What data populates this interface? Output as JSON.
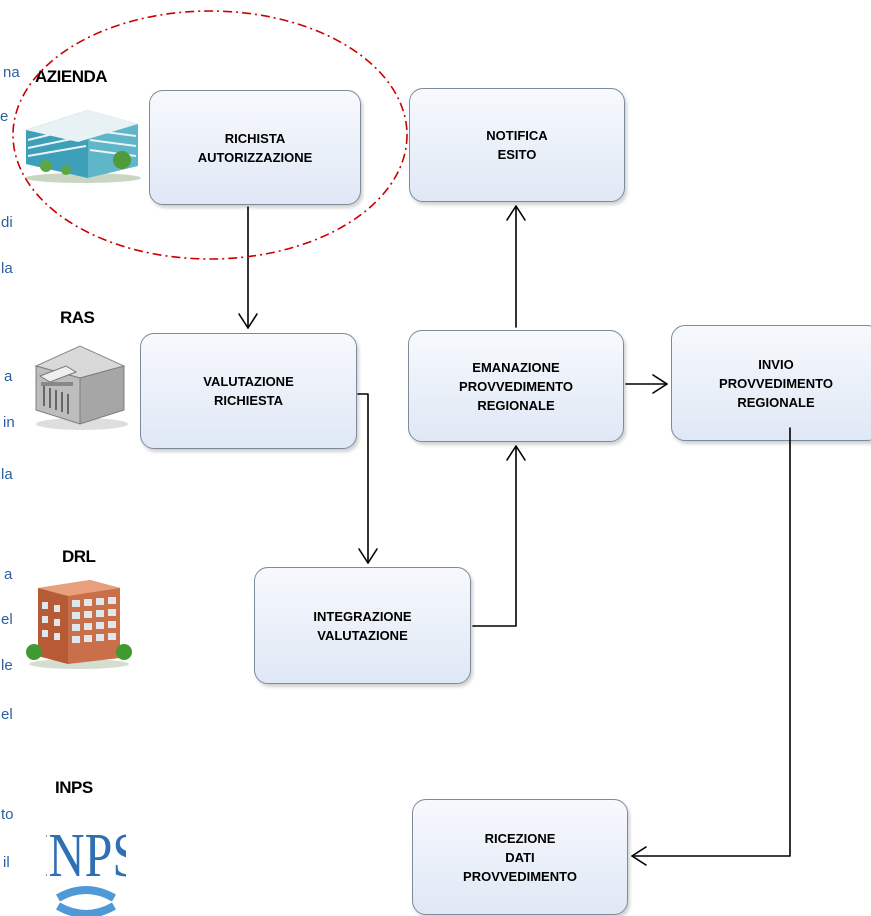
{
  "left_text_fragments": [
    "na",
    "e",
    "di",
    "la",
    "a",
    "in",
    "la",
    "a",
    "el",
    "le",
    "el",
    "to",
    "il"
  ],
  "actors": {
    "azienda": "AZIENDA",
    "ras": "RAS",
    "drl": "DRL",
    "inps": "INPS"
  },
  "icons": {
    "azienda": "office-building-icon",
    "ras": "government-building-icon",
    "drl": "apartment-building-icon",
    "inps": "inps-logo-icon",
    "inps_logo_text": "INPS"
  },
  "boxes": {
    "richiesta": "RICHISTA\nAUTORIZZAZIONE",
    "notifica": "NOTIFICA\nESITO",
    "valutazione": "VALUTAZIONE\nRICHIESTA",
    "emanazione": "EMANAZIONE\nPROVVEDIMENTO\nREGIONALE",
    "invio": "INVIO\nPROVVEDIMENTO\nREGIONALE",
    "integrazione": "INTEGRAZIONE\nVALUTAZIONE",
    "ricezione": "RICEZIONE\nDATI\nPROVVEDIMENTO"
  },
  "colors": {
    "box_border": "#7d8a9c",
    "box_fill_top": "#f7f9fd",
    "box_fill_bottom": "#dfe8f5",
    "highlight_ellipse": "#cc0000",
    "side_text": "#2c5f9e"
  }
}
